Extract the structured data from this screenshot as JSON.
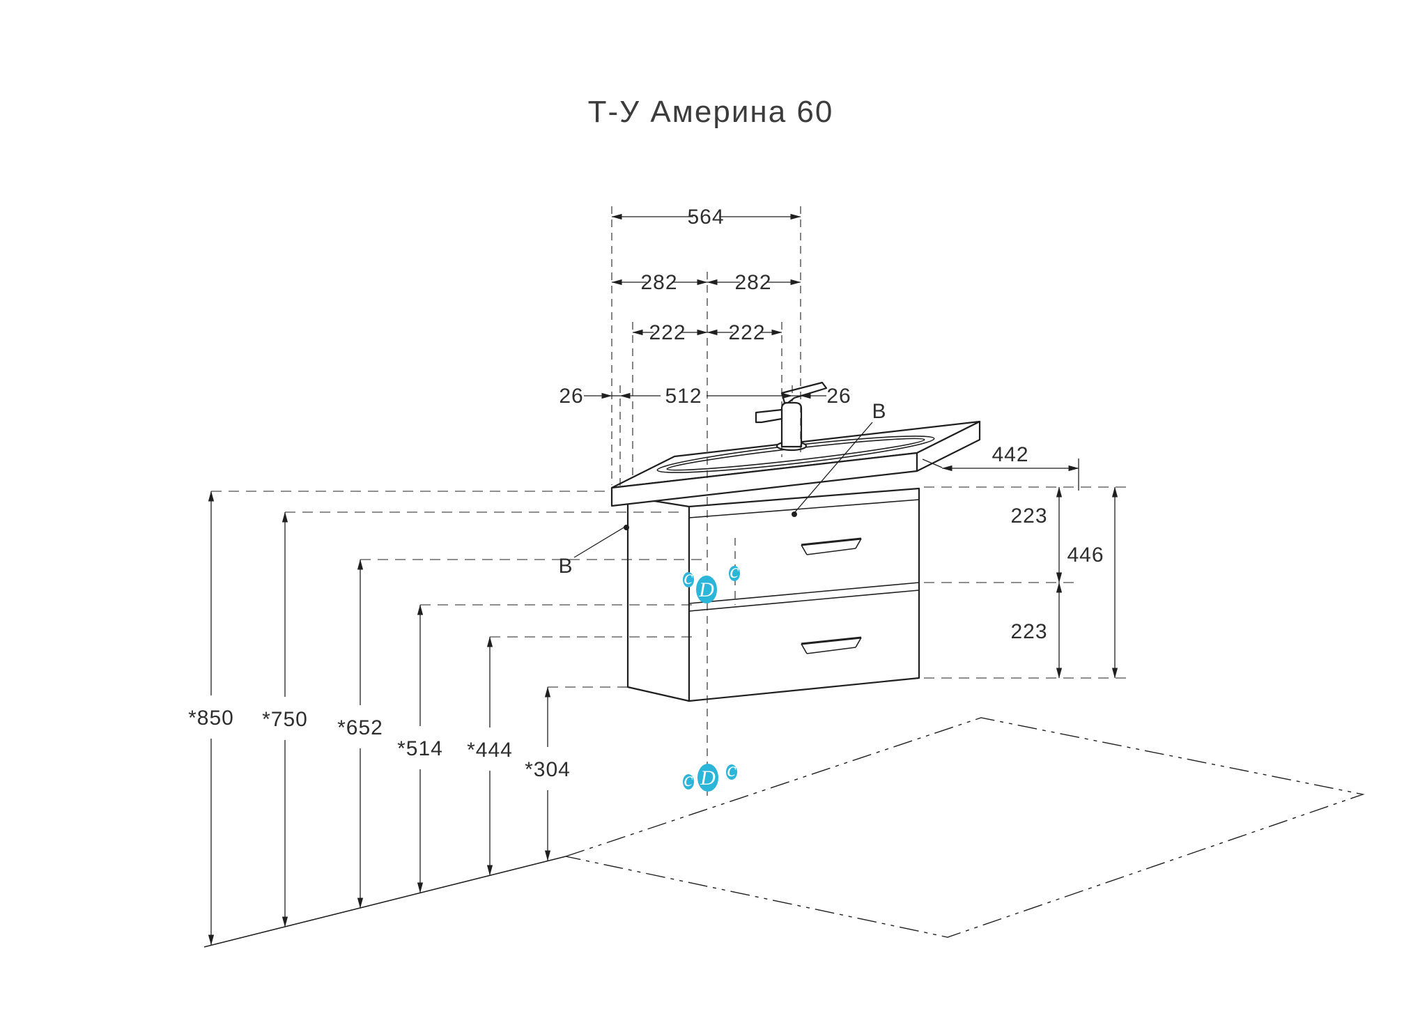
{
  "title": "Т-У Америна 60",
  "colors": {
    "line": "#1f1f1f",
    "text": "#2e2e2e",
    "accent": "#2ab5d9",
    "background": "#ffffff"
  },
  "dims": {
    "width_total": "564",
    "width_half_left": "282",
    "width_half_right": "282",
    "hole_left": "222",
    "hole_right": "222",
    "edge_left": "26",
    "fixing_width": "512",
    "edge_right": "26",
    "depth": "442",
    "drawer_top": "223",
    "height_total": "446",
    "drawer_bottom": "223",
    "heights": [
      "*850",
      "*750",
      "*652",
      "*514",
      "*444",
      "*304"
    ]
  },
  "callouts": {
    "b_left": "В",
    "b_right": "В"
  },
  "marks": {
    "drain": "D",
    "supply": "c"
  }
}
